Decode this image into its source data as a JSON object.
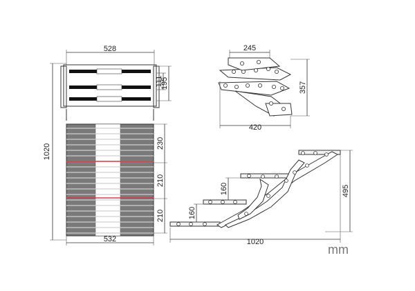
{
  "front_view": {
    "width_top": "528",
    "width_bottom": "532",
    "height_total": "1020",
    "mount_a": "111",
    "mount_b": "195",
    "step_gap_1": "230",
    "step_gap_2": "210",
    "step_gap_3": "210"
  },
  "folded_view": {
    "top_width": "245",
    "depth": "420",
    "height": "357"
  },
  "side_view": {
    "length": "1020",
    "height": "495",
    "riser_1": "160",
    "riser_2": "160"
  },
  "units": "mm",
  "colors": {
    "tread_dark": "#7a7a7a",
    "tread_light": "#dedede",
    "accent_red": "#d04040",
    "line": "#333333"
  }
}
